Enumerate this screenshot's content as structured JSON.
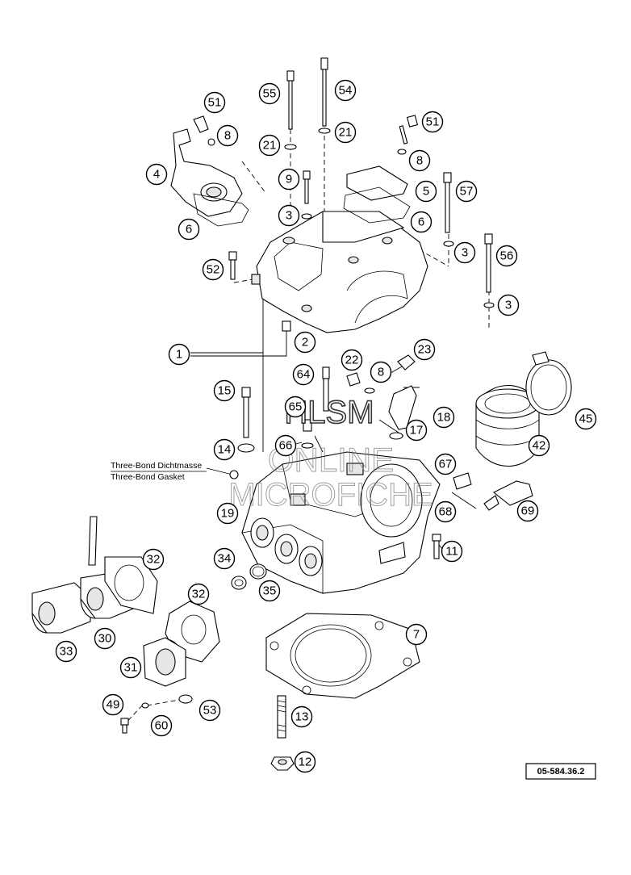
{
  "callouts": [
    "51",
    "8",
    "4",
    "6",
    "55",
    "54",
    "21",
    "21",
    "9",
    "3",
    "51",
    "8",
    "5",
    "57",
    "6",
    "52",
    "3",
    "56",
    "3",
    "1",
    "2",
    "23",
    "22",
    "8",
    "64",
    "15",
    "65",
    "18",
    "17",
    "45",
    "14",
    "66",
    "42",
    "67",
    "19",
    "68",
    "69",
    "11",
    "32",
    "34",
    "32",
    "35",
    "7",
    "33",
    "30",
    "31",
    "13",
    "49",
    "60",
    "53",
    "12"
  ],
  "note": {
    "line1": "Three-Bond Dichtmasse",
    "line2": "Three-Bond Gasket"
  },
  "reference": "05-584.36.2",
  "watermark": {
    "line1": "HLSM",
    "line2": "ONLINE",
    "line3": "MICROFICHE"
  },
  "colors": {
    "line": "#000000",
    "background": "#ffffff",
    "shading": "#e6e6e6"
  }
}
